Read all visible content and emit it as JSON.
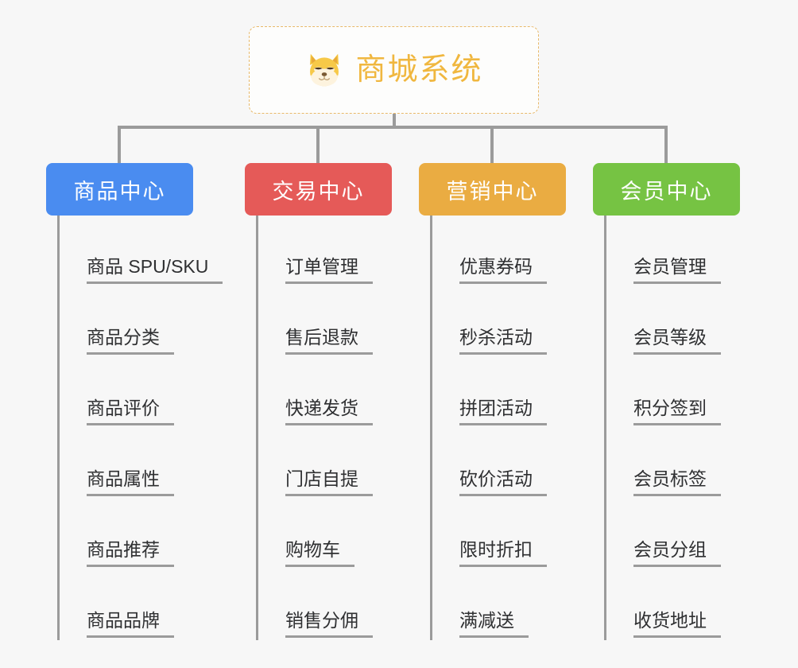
{
  "page": {
    "background_color": "#f7f7f7",
    "line_color": "#9b9b9b",
    "text_color": "#2f3032"
  },
  "root": {
    "title": "商城系统",
    "icon": "shiba-dog-icon",
    "text_color": "#f0b73f",
    "border_color": "#e8b96a",
    "background_color": "#fdfdfc"
  },
  "branches": [
    {
      "label": "商品中心",
      "color": "#4a8cf0",
      "items": [
        {
          "label": "商品 SPU/SKU"
        },
        {
          "label": "商品分类"
        },
        {
          "label": "商品评价"
        },
        {
          "label": "商品属性"
        },
        {
          "label": "商品推荐"
        },
        {
          "label": "商品品牌"
        }
      ]
    },
    {
      "label": "交易中心",
      "color": "#e55a58",
      "items": [
        {
          "label": "订单管理"
        },
        {
          "label": "售后退款"
        },
        {
          "label": "快递发货"
        },
        {
          "label": "门店自提"
        },
        {
          "label": "购物车"
        },
        {
          "label": "销售分佣"
        }
      ]
    },
    {
      "label": "营销中心",
      "color": "#eaac42",
      "items": [
        {
          "label": "优惠券码"
        },
        {
          "label": "秒杀活动"
        },
        {
          "label": "拼团活动"
        },
        {
          "label": "砍价活动"
        },
        {
          "label": "限时折扣"
        },
        {
          "label": "满减送"
        }
      ]
    },
    {
      "label": "会员中心",
      "color": "#76c343",
      "items": [
        {
          "label": "会员管理"
        },
        {
          "label": "会员等级"
        },
        {
          "label": "积分签到"
        },
        {
          "label": "会员标签"
        },
        {
          "label": "会员分组"
        },
        {
          "label": "收货地址"
        }
      ]
    }
  ]
}
